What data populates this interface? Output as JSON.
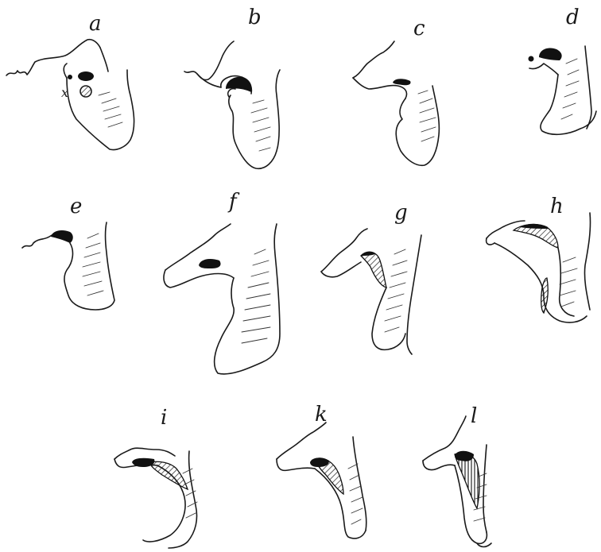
{
  "colors": {
    "ink": "#1a1a1a",
    "paper": "#ffffff"
  },
  "panels": [
    {
      "id": "a",
      "label": "a",
      "marker": "x"
    },
    {
      "id": "b",
      "label": "b"
    },
    {
      "id": "c",
      "label": "c"
    },
    {
      "id": "d",
      "label": "d"
    },
    {
      "id": "e",
      "label": "e"
    },
    {
      "id": "f",
      "label": "f"
    },
    {
      "id": "g",
      "label": "g"
    },
    {
      "id": "h",
      "label": "h"
    },
    {
      "id": "i",
      "label": "i"
    },
    {
      "id": "k",
      "label": "k"
    },
    {
      "id": "l",
      "label": "l"
    }
  ]
}
